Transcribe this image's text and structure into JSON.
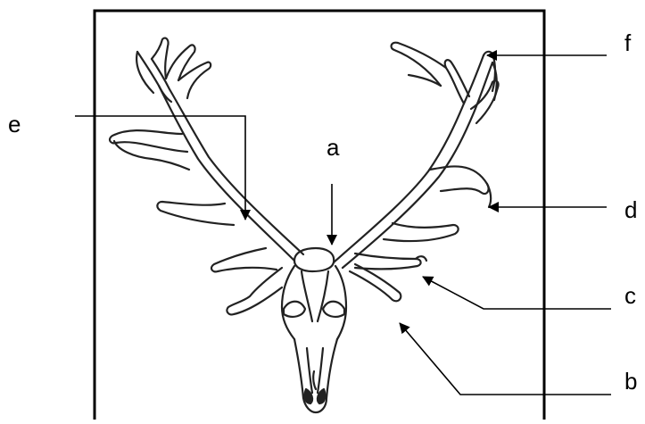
{
  "labels": {
    "a": "a",
    "b": "b",
    "c": "c",
    "d": "d",
    "e": "e",
    "f": "f"
  },
  "colors": {
    "ink": "#000000",
    "background": "#ffffff"
  },
  "figure": {
    "subject": "deer-skull-with-antlers-icon"
  }
}
